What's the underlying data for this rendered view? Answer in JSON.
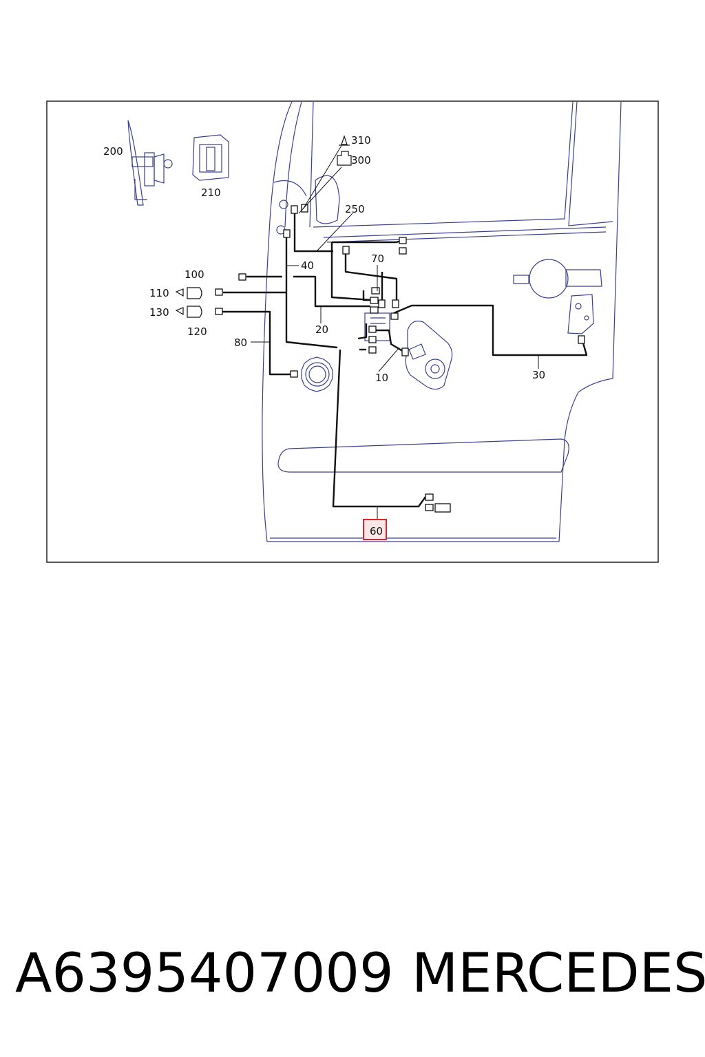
{
  "callouts": {
    "c10": "10",
    "c20": "20",
    "c30": "30",
    "c40": "40",
    "c60": "60",
    "c70": "70",
    "c80": "80",
    "c100": "100",
    "c110": "110",
    "c120": "120",
    "c130": "130",
    "c200": "200",
    "c210": "210",
    "c250": "250",
    "c300": "300",
    "c310": "310"
  },
  "highlight": {
    "callout": "60",
    "border_color": "#e0222a",
    "fill_color": "#fde6e8"
  },
  "colors": {
    "outline": "#3a3f8f",
    "wire": "#111111",
    "frame": "#222222"
  },
  "footer": {
    "part_number": "A6395407009",
    "brand": "MERCEDES"
  }
}
